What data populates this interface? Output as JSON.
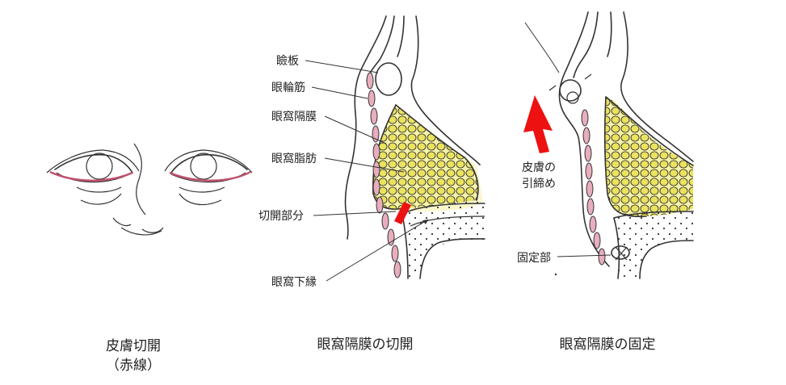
{
  "colors": {
    "skin_line": "#333333",
    "incision": "#c0506a",
    "fat_fill": "#f6f2a6",
    "fat_cell": "#e9e35a",
    "muscle": "#e8aebd",
    "cut_marker": "#ee1111",
    "arrow": "#ee1111"
  },
  "panel_left": {
    "caption_line1": "皮膚切開",
    "caption_line2": "（赤線）"
  },
  "panel_middle": {
    "caption": "眼窩隔膜の切開",
    "labels": {
      "tarsus": "瞼板",
      "orbicularis": "眼輪筋",
      "septum": "眼窩隔膜",
      "fat": "眼窩脂肪",
      "incision_part": "切開部分",
      "orbital_rim": "眼窩下縁"
    }
  },
  "panel_right": {
    "caption": "眼窩隔膜の固定",
    "skin_pull_line1": "皮膚の",
    "skin_pull_line2": "引締め",
    "fixation": "固定部"
  }
}
